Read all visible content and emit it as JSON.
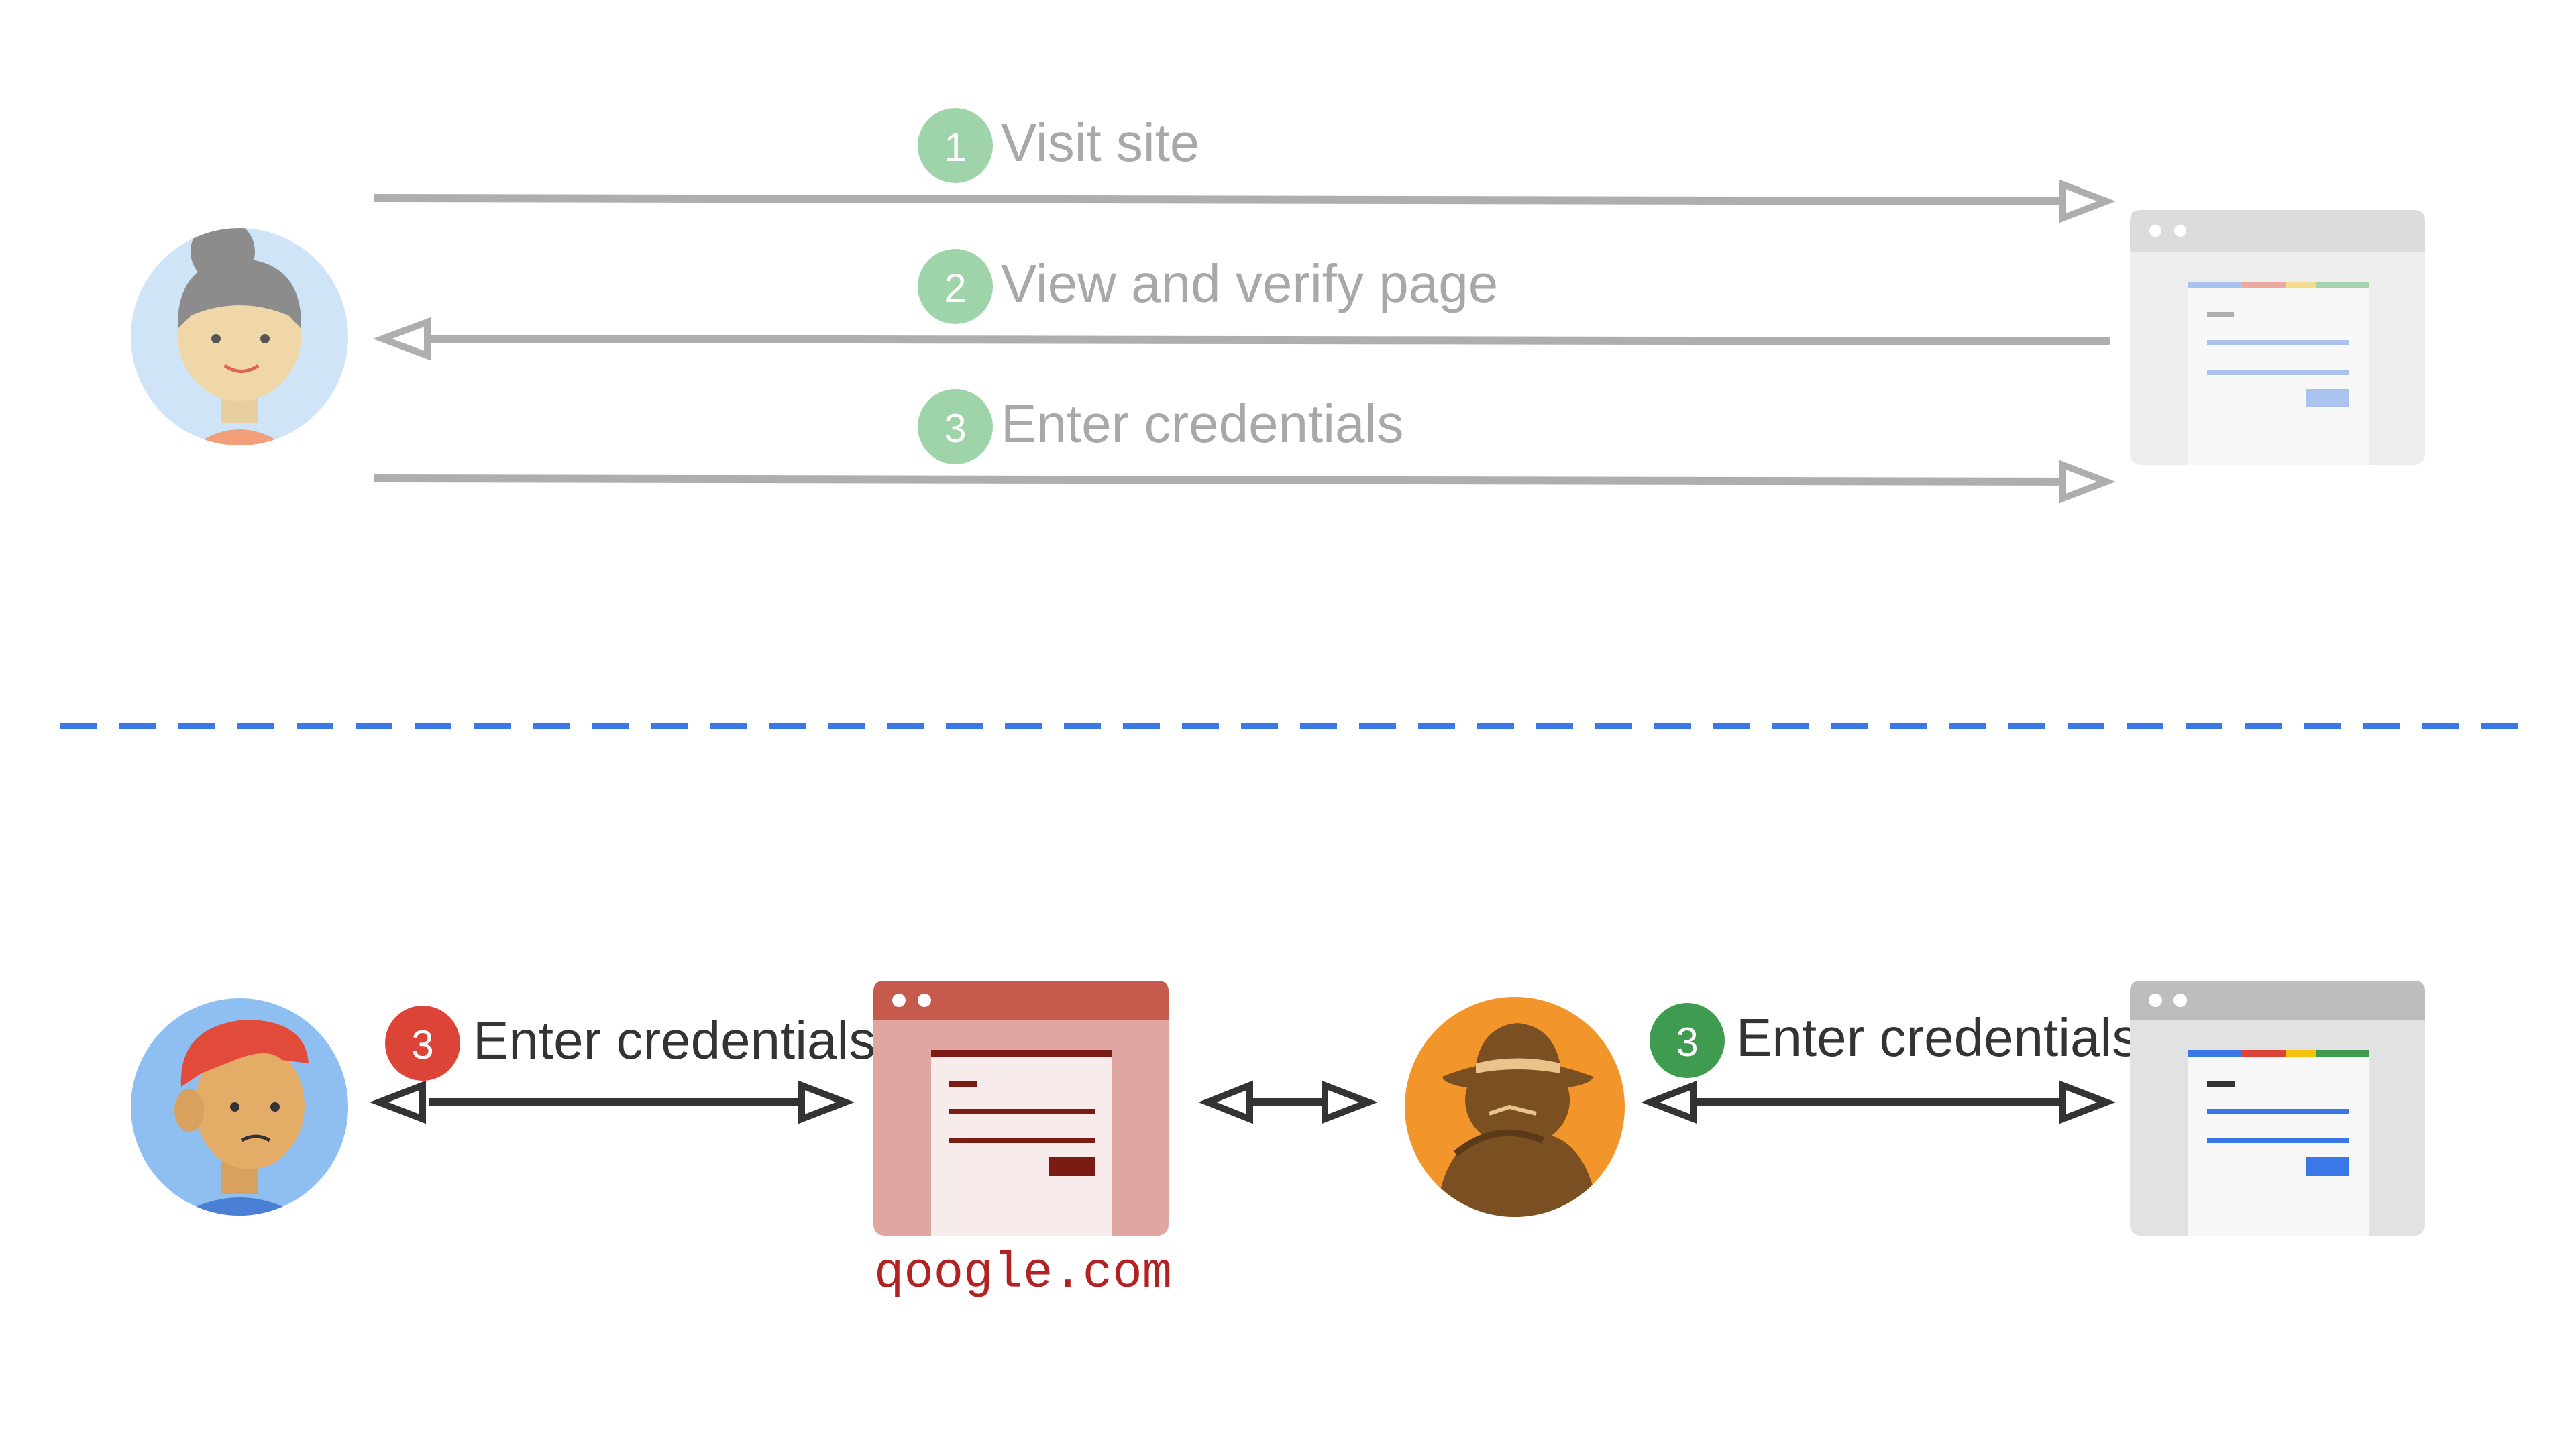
{
  "colors": {
    "faded_arrow": "#aeaeae",
    "faded_text": "#a8a8a8",
    "faded_badge": "#9fd3aa",
    "dark_arrow": "#333333",
    "dark_text": "#333333",
    "red_badge": "#db4437",
    "green_badge": "#3f9b4f",
    "divider": "#3b78e7",
    "domain_text": "#b22222",
    "orange_circle": "#f2962b",
    "spy_brown": "#7a4f22"
  },
  "top_flow": {
    "steps": [
      {
        "number": "1",
        "label": "Visit site",
        "direction": "to-server"
      },
      {
        "number": "2",
        "label": "View and verify page",
        "direction": "to-user"
      },
      {
        "number": "3",
        "label": "Enter credentials",
        "direction": "to-server"
      }
    ]
  },
  "bottom_flow": {
    "victim_step": {
      "number": "3",
      "label": "Enter credentials"
    },
    "attacker_step": {
      "number": "3",
      "label": "Enter credentials"
    },
    "phishing_domain": "qoogle.com"
  },
  "icons": {
    "top_user": "woman-avatar-icon",
    "top_site": "browser-window-icon",
    "bottom_user": "worried-man-avatar-icon",
    "phishing_site": "phishing-browser-window-icon",
    "attacker": "spy-hat-icon",
    "real_site": "browser-window-icon"
  }
}
